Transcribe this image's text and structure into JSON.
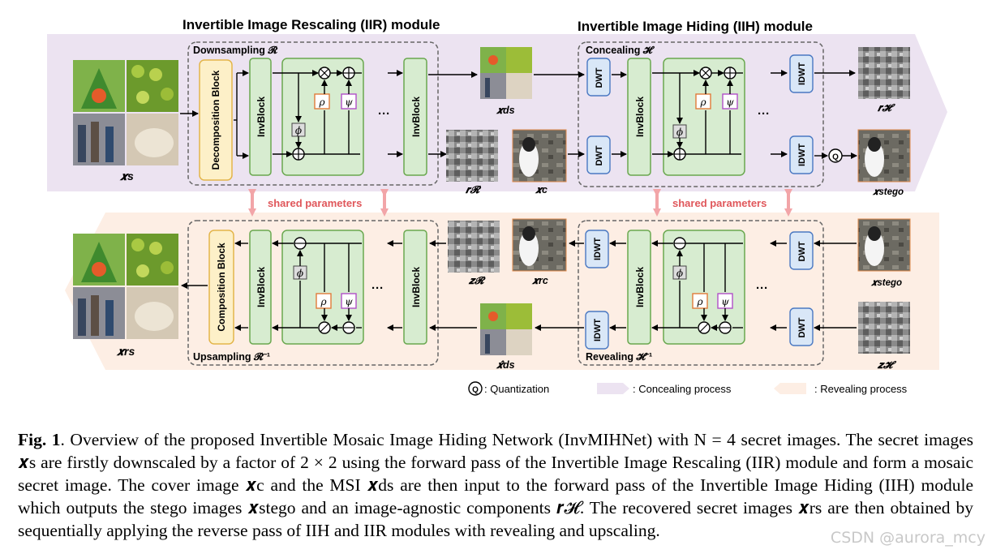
{
  "titles": {
    "iir": "Invertible Image Rescaling (IIR) module",
    "iih": "Invertible Image Hiding (IIH) module"
  },
  "labels": {
    "downsampling": "Downsampling 𝓡",
    "concealing": "Concealing 𝓗",
    "upsampling": "Upsampling 𝓡⁻¹",
    "revealing": "Revealing 𝓗⁻¹",
    "shared1": "shared parameters",
    "shared2": "shared parameters",
    "decomposition": "Decomposition Block",
    "composition": "Composition Block",
    "invblock": "InvBlock",
    "dwt": "DWT",
    "idwt": "IDWT",
    "rho": "ρ",
    "psi": "ψ",
    "phi": "ϕ",
    "ellipsis": "···",
    "q": "Q"
  },
  "vars": {
    "xs": "𝒙s",
    "xds": "𝒙ds",
    "rR": "𝒓𝓡",
    "xc": "𝒙c",
    "rH": "𝒓𝓗",
    "xstego": "𝒙stego",
    "xrs": "𝒙rs",
    "zR": "𝒛𝓡",
    "xrc": "𝒙rc",
    "xds_hat": "𝒙̂ds",
    "xstego2": "𝒙stego",
    "zH": "𝒛𝓗"
  },
  "legend": {
    "quant": ": Quantization",
    "conceal": ": Concealing process",
    "reveal": ": Revealing process"
  },
  "caption": {
    "fig": "Fig. 1",
    "text": ". Overview of the proposed Invertible Mosaic Image Hiding Network (InvMIHNet) with N = 4 secret images. The secret images 𝒙s are firstly downscaled by a factor of 2 × 2 using the forward pass of the Invertible Image Rescaling (IIR) module and form a mosaic secret image. The cover image 𝒙c and the MSI 𝒙ds are then input to the forward pass of the Invertible Image Hiding (IIH) module which outputs the stego images 𝒙stego and an image-agnostic components 𝒓𝓗. The recovered secret images 𝒙rs are then obtained by sequentially applying the reverse pass of IIH and IIR modules with revealing and upscaling."
  },
  "watermark": "CSDN @aurora_mcy",
  "colors": {
    "conceal_band": "#ece3f1",
    "reveal_band": "#fdeee4",
    "green_fill": "#d7ecd0",
    "green_stroke": "#6aa84f",
    "dwt_fill": "#d9e7f7",
    "dwt_stroke": "#4a78c2",
    "decomp_fill": "#fdf0c8",
    "decomp_stroke": "#e3b54a",
    "rho_stroke": "#e07b39",
    "psi_stroke": "#b04fc8",
    "shared_text": "#e0575b"
  }
}
